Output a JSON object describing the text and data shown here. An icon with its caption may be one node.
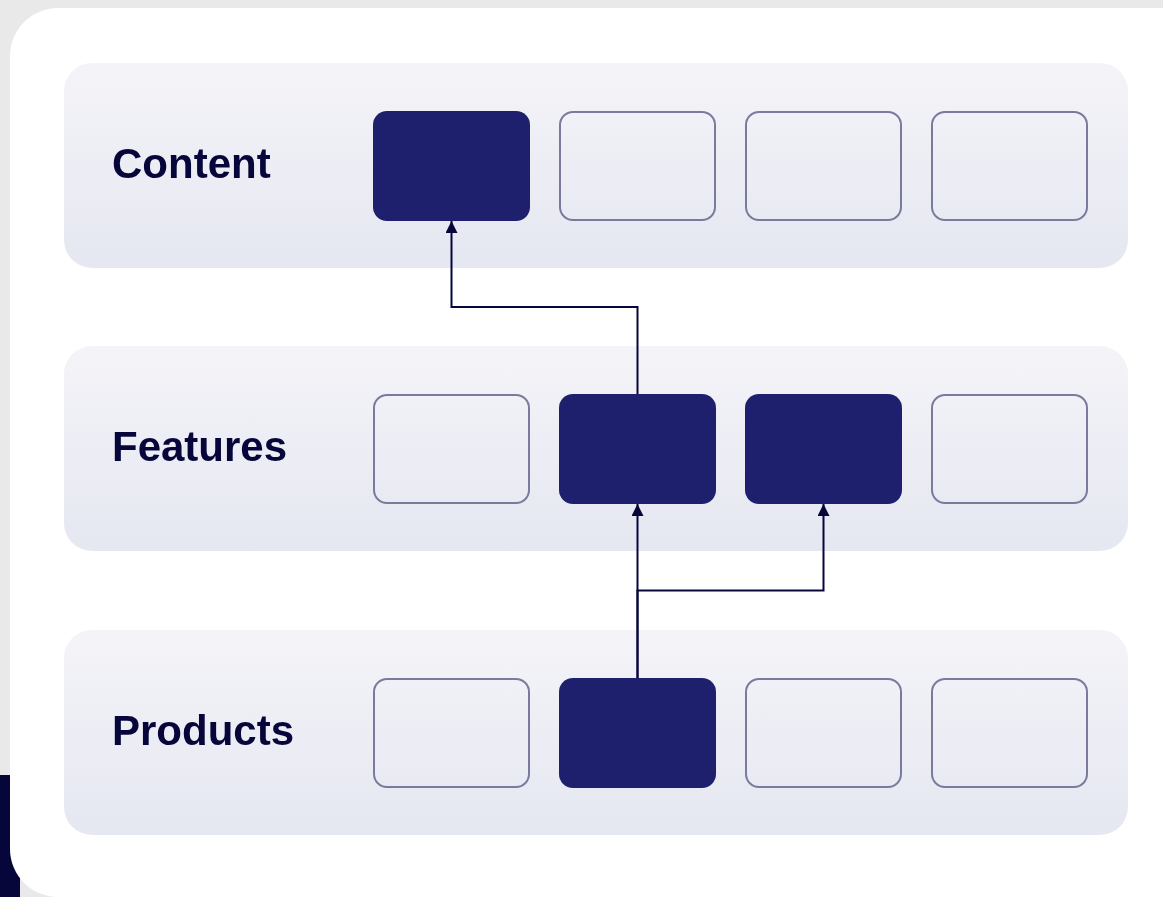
{
  "diagram": {
    "nodes": [
      {
        "text": [
          "Content"
        ]
      },
      {
        "text": [],
        "shape": "box",
        "in": 0
      },
      {
        "text": [],
        "shape": "box",
        "in": 0
      },
      {
        "text": [],
        "shape": "box",
        "in": 0
      },
      {
        "text": [],
        "shape": "box",
        "in": 0
      },
      {
        "text": [
          "Features"
        ]
      },
      {
        "text": [],
        "shape": "box",
        "in": 5
      },
      {
        "text": [],
        "shape": "box",
        "in": 5
      },
      {
        "text": [],
        "shape": "box",
        "in": 5
      },
      {
        "text": [],
        "shape": "box",
        "in": 5
      },
      {
        "text": [
          "Products"
        ]
      },
      {
        "text": [],
        "shape": "box",
        "in": 10
      },
      {
        "text": [],
        "shape": "box",
        "in": 10
      },
      {
        "text": [],
        "shape": "box",
        "in": 10
      },
      {
        "text": [],
        "shape": "box",
        "in": 10
      }
    ],
    "edges": [
      {
        "from": 7,
        "to": 1,
        "arrow": "to"
      },
      {
        "from": 12,
        "to": 7,
        "arrow": "to"
      },
      {
        "from": 12,
        "to": 8,
        "arrow": "to"
      }
    ]
  }
}
